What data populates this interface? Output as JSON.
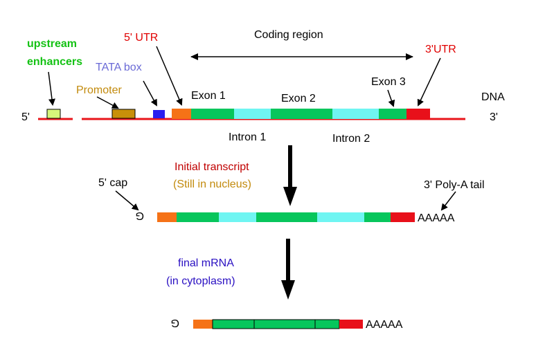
{
  "colors": {
    "dna_line": "#e8141a",
    "utr5": "#f57217",
    "exon": "#07c65c",
    "intron": "#6ff5f2",
    "utr3": "#e8101a",
    "enhancer": "#d6f57a",
    "promoter": "#c8900a",
    "tata": "#2a1ef0",
    "label_green": "#14c214",
    "label_red": "#e00000",
    "label_blue": "#6a6ad6",
    "label_gold": "#c28a0c",
    "label_darkred": "#c00000",
    "label_purple": "#2a10c2",
    "arrow": "#000000"
  },
  "dna": {
    "end_5": "5'",
    "end_3": "3'",
    "name": "DNA",
    "upstream_enhancers": [
      "upstream",
      "enhancers"
    ],
    "tata_box": "TATA box",
    "promoter": "Promoter",
    "utr5": "5' UTR",
    "utr3": "3'UTR",
    "coding_region": "Coding region",
    "exon1": "Exon 1",
    "exon2": "Exon 2",
    "exon3": "Exon 3",
    "intron1": "Intron 1",
    "intron2": "Intron 2"
  },
  "transcript": {
    "title": "Initial transcript",
    "subtitle": "(Still in nucleus)",
    "cap_label": "5' cap",
    "tail_label": "3' Poly-A tail",
    "cap_symbol": "G",
    "polya": "AAAAA"
  },
  "mrna": {
    "title": "final mRNA",
    "subtitle": "(in cytoplasm)",
    "cap_symbol": "G",
    "polya": "AAAAA"
  }
}
